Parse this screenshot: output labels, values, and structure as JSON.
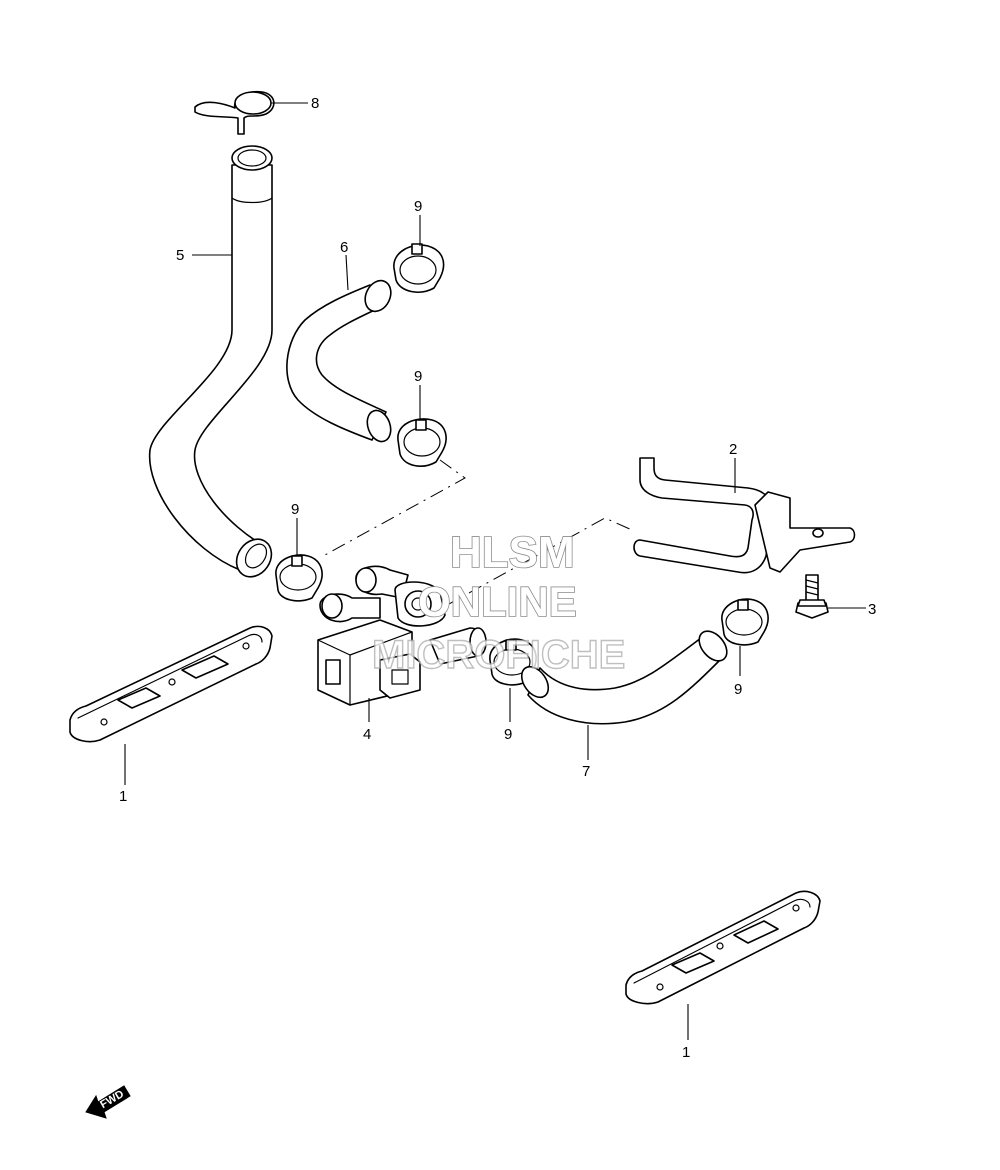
{
  "callouts": {
    "c1a": "1",
    "c1b": "1",
    "c2": "2",
    "c3": "3",
    "c4": "4",
    "c5": "5",
    "c6": "6",
    "c7": "7",
    "c8": "8",
    "c9a": "9",
    "c9b": "9",
    "c9c": "9",
    "c9d": "9",
    "c9e": "9"
  },
  "watermark": {
    "line1": "HLSM",
    "line2": "ONLINE",
    "line3": "MICROFICHE"
  },
  "direction": {
    "label": "FWD"
  }
}
